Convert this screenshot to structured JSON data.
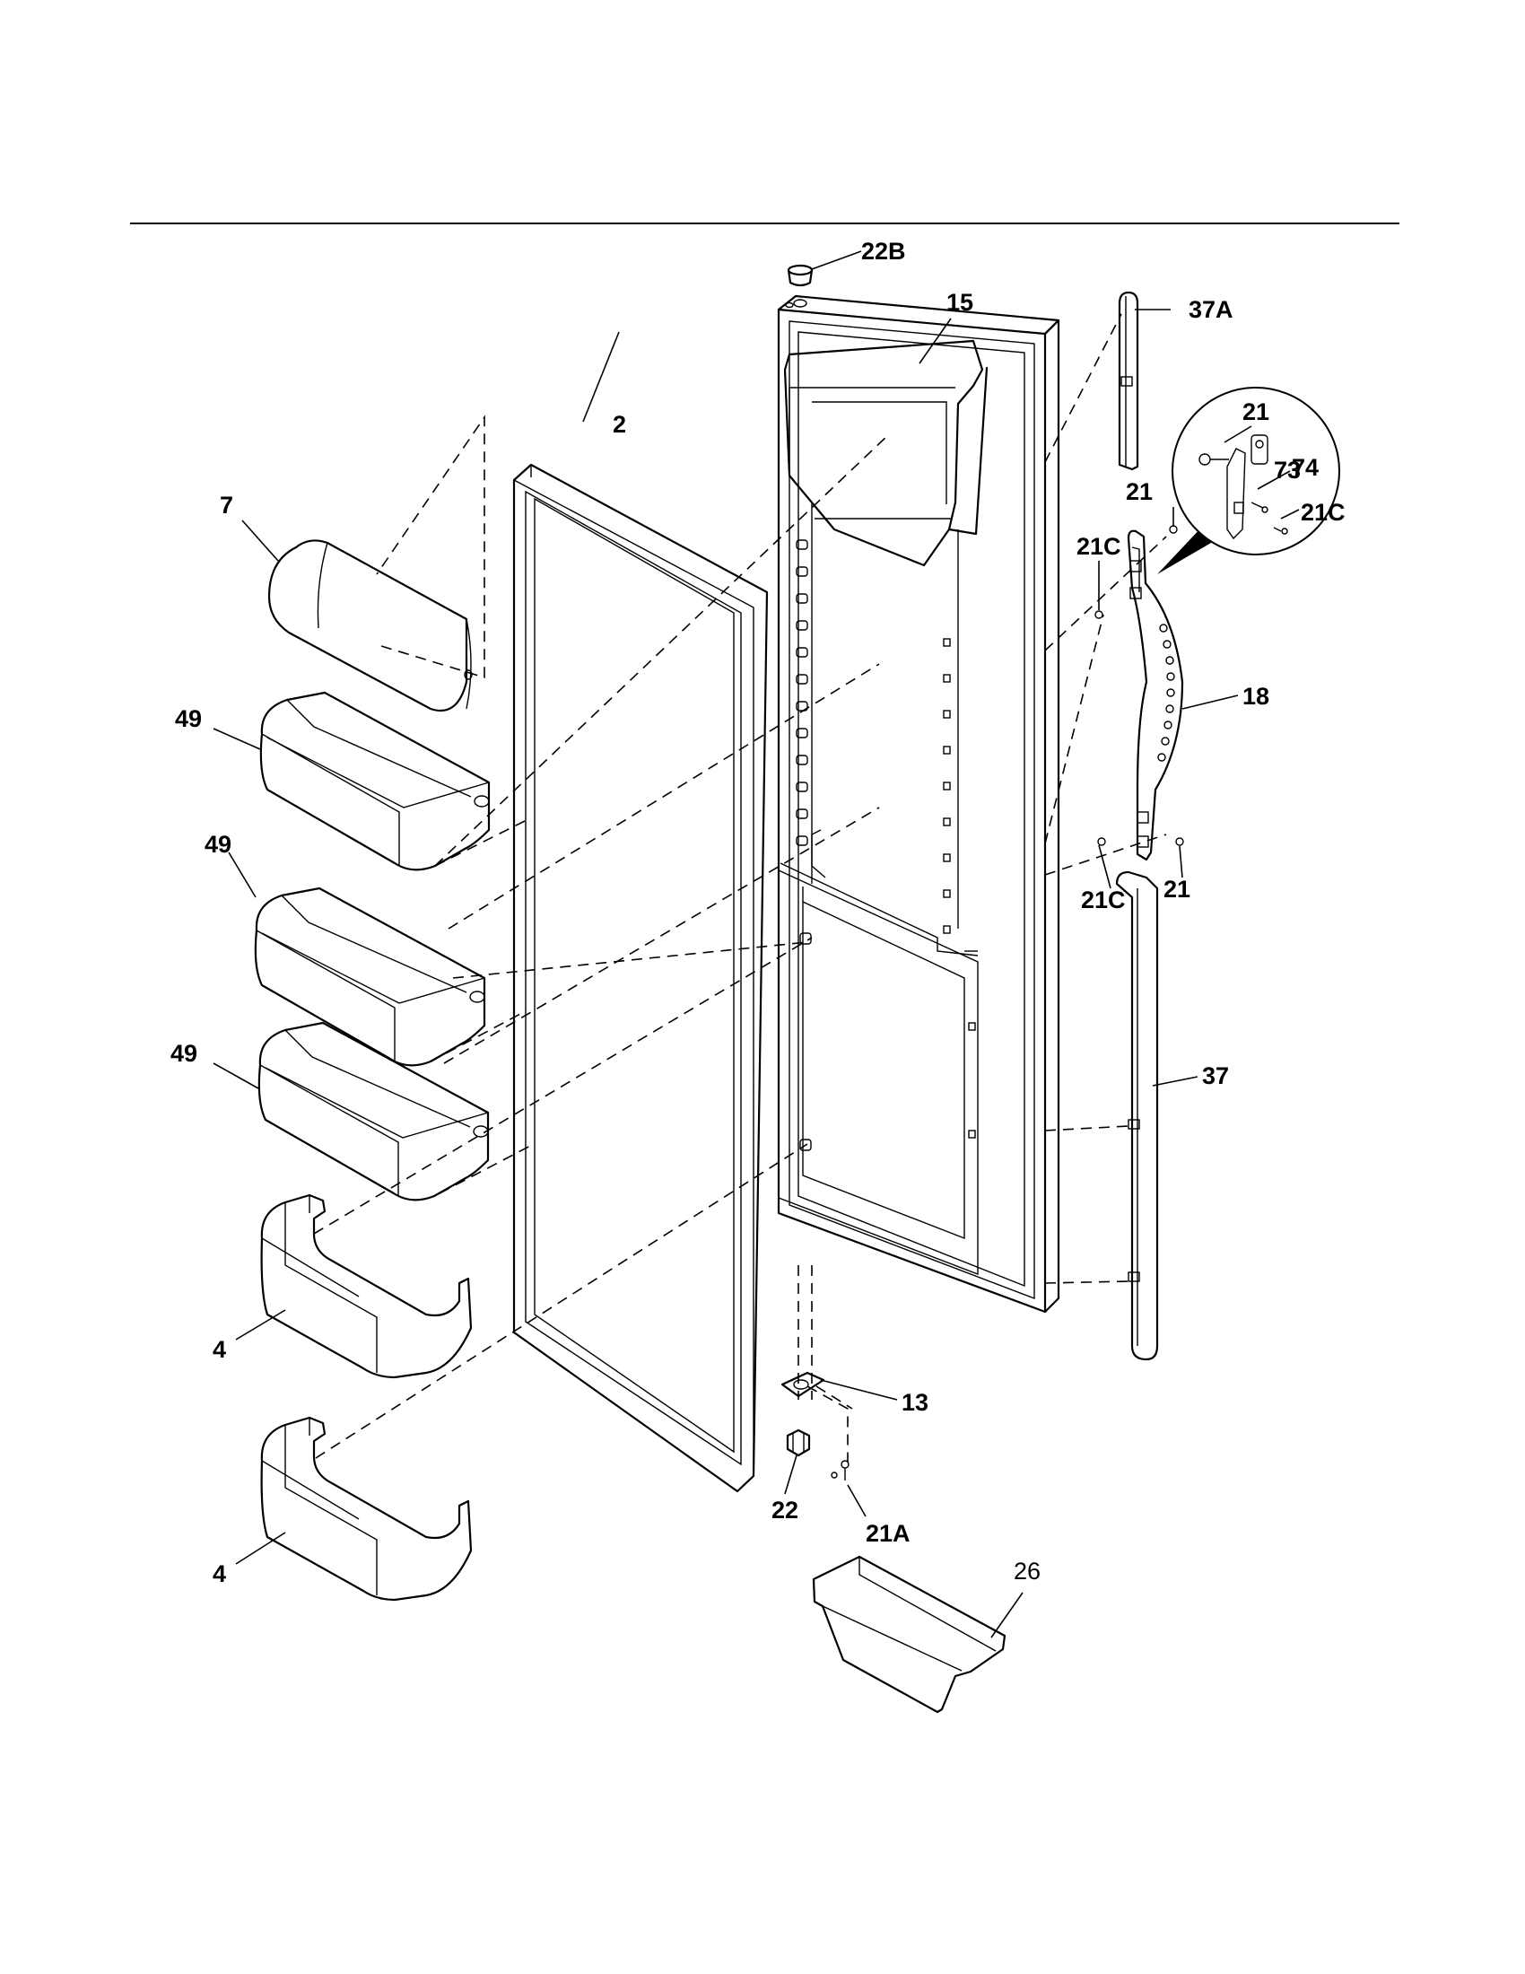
{
  "callouts": {
    "c22b": "22B",
    "c15": "15",
    "c37a": "37A",
    "c2": "2",
    "c7": "7",
    "c21_top": "21",
    "c73": "73",
    "c74": "74",
    "c21c_inset": "21C",
    "c21_mid": "21",
    "c21c_mid": "21C",
    "c49_a": "49",
    "c18": "18",
    "c49_b": "49",
    "c21c_low": "21C",
    "c21_low": "21",
    "c49_c": "49",
    "c37": "37",
    "c4_a": "4",
    "c13": "13",
    "c22": "22",
    "c21a": "21A",
    "c26": "26",
    "c4_b": "4"
  }
}
